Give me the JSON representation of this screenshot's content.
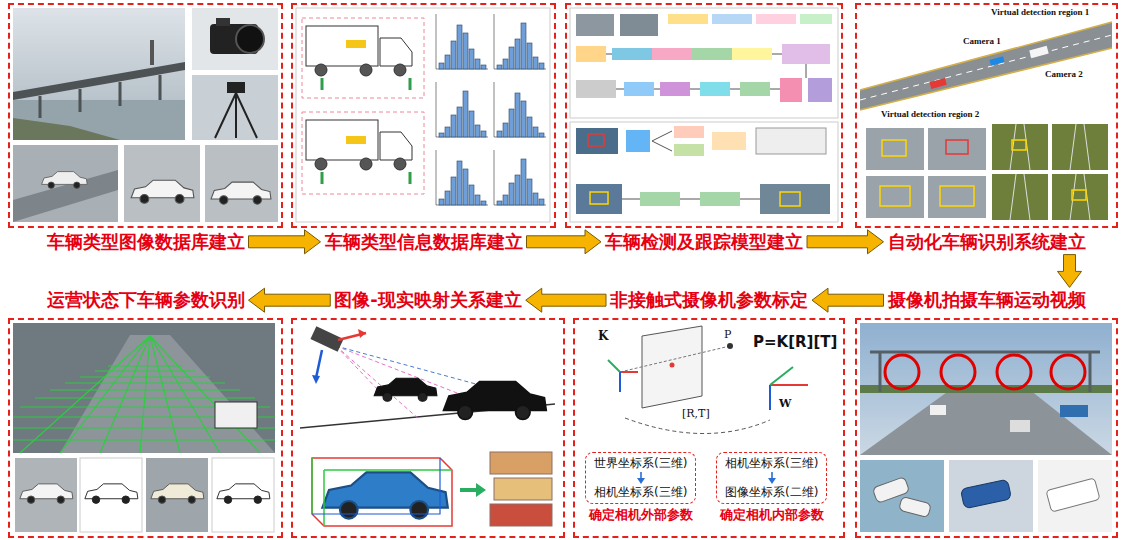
{
  "diagram": {
    "nodes": [
      {
        "text": [
          "车辆类型图像数据库建立"
        ]
      },
      {
        "text": [
          "车辆类型信息数据库建立"
        ]
      },
      {
        "text": [
          "车辆检测及跟踪模型建立"
        ]
      },
      {
        "text": [
          "自动化车辆识别系统建立"
        ]
      },
      {
        "text": [
          "运营状态下车辆参数识别"
        ]
      },
      {
        "text": [
          "图像-现实映射关系建立"
        ]
      },
      {
        "text": [
          "非接触式摄像机参数标定"
        ]
      },
      {
        "text": [
          "摄像机拍摄车辆运动视频"
        ]
      },
      {
        "text": [
          "世界坐标系(三维)",
          "相机坐标系(三维)",
          "确定相机外部参数"
        ],
        "in": 6
      },
      {
        "text": [
          "相机坐标系(三维)",
          "图像坐标系(二维)",
          "确定相机内部参数"
        ],
        "in": 6
      }
    ],
    "edges": [
      {
        "from": 0,
        "to": 1,
        "arrow": "to"
      },
      {
        "from": 1,
        "to": 2,
        "arrow": "to"
      },
      {
        "from": 2,
        "to": 3,
        "arrow": "to"
      },
      {
        "from": 3,
        "to": 7,
        "arrow": "to"
      },
      {
        "from": 7,
        "to": 6,
        "arrow": "to"
      },
      {
        "from": 6,
        "to": 5,
        "arrow": "to"
      },
      {
        "from": 5,
        "to": 4,
        "arrow": "to"
      }
    ],
    "labels": [
      "Virtual detection region 1",
      "Camera 1",
      "Camera 2",
      "Virtual detection region 2",
      "P=K[R][T]",
      "K",
      "P",
      "[R,T]",
      "W"
    ]
  }
}
